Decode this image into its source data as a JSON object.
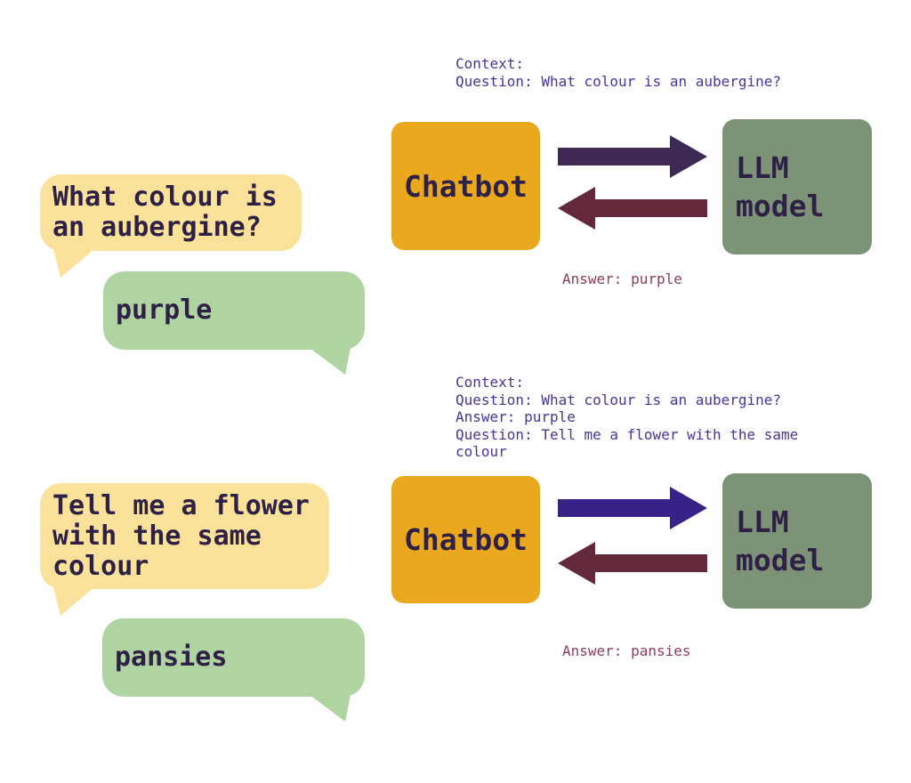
{
  "colors": {
    "background": "#FFFFFF",
    "chatbot_box": "#EAA81E",
    "llm_box": "#7D9377",
    "user_bubble": "#FBE29B",
    "bot_bubble": "#AFD4A2",
    "label_text": "#2E2145",
    "context_text": "#45369A",
    "answer_text": "#8C3D55",
    "request_arrow_turn1": "#3F2A55",
    "request_arrow_turn2": "#392287",
    "response_arrow": "#63293A"
  },
  "icons": {
    "request_arrow": "right-arrow-icon",
    "response_arrow": "left-arrow-icon",
    "user_bubble_tail": "speech-tail-bottom-left",
    "bot_bubble_tail": "speech-tail-bottom-right"
  },
  "turn1": {
    "context": "Context:\nQuestion: What colour is an aubergine?",
    "user_bubble": "What colour is\nan aubergine?",
    "bot_bubble": "purple",
    "chatbot_label": "Chatbot",
    "llm_label": "LLM\nmodel",
    "answer": "Answer: purple"
  },
  "turn2": {
    "context": "Context:\nQuestion: What colour is an aubergine?\nAnswer: purple\nQuestion: Tell me a flower with the same\ncolour",
    "user_bubble": "Tell me a flower\nwith the same\ncolour",
    "bot_bubble": "pansies",
    "chatbot_label": "Chatbot",
    "llm_label": "LLM\nmodel",
    "answer": "Answer: pansies"
  }
}
